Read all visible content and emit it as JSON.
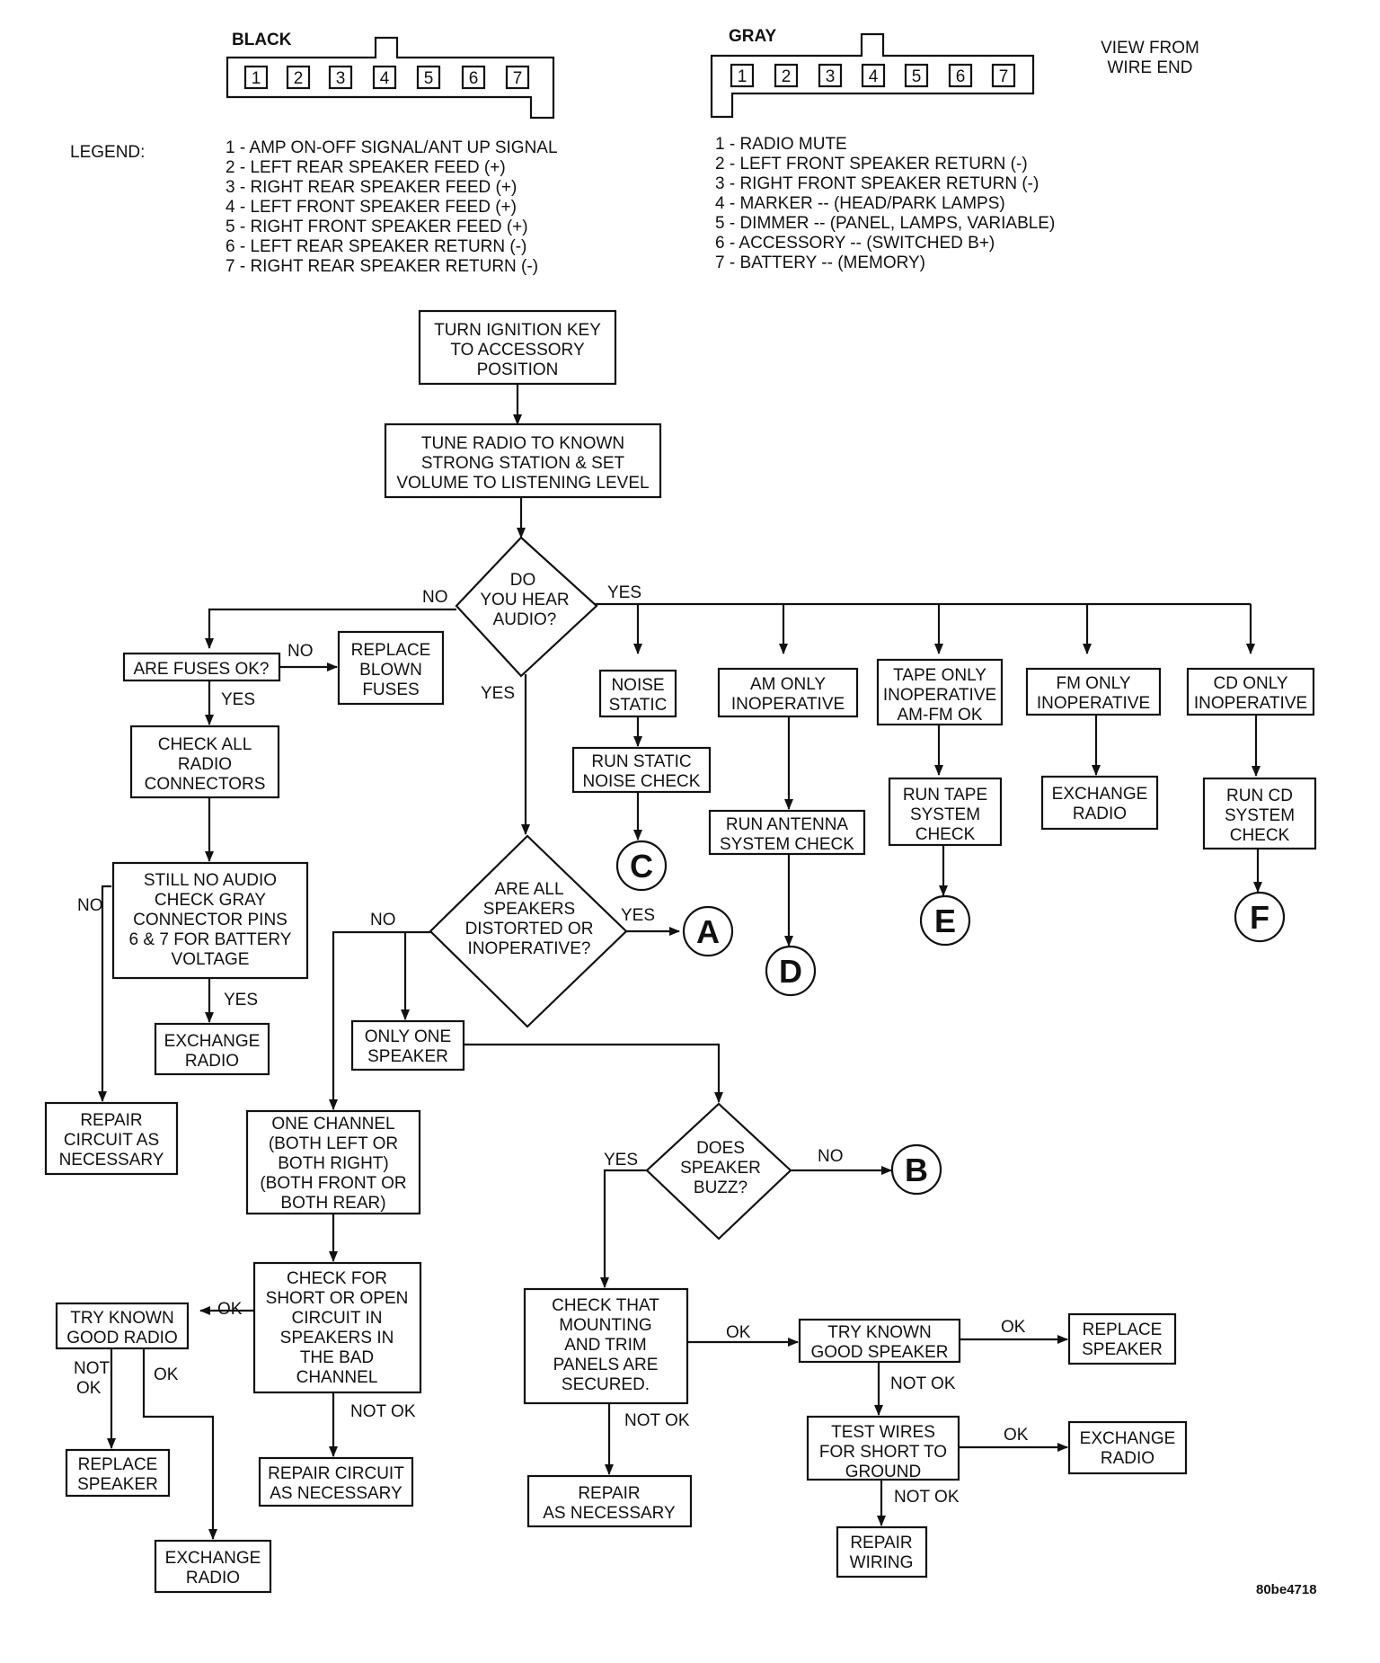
{
  "connectors": {
    "black": {
      "label": "BLACK",
      "pins": [
        "1",
        "2",
        "3",
        "4",
        "5",
        "6",
        "7"
      ]
    },
    "gray": {
      "label": "GRAY",
      "pins": [
        "1",
        "2",
        "3",
        "4",
        "5",
        "6",
        "7"
      ]
    },
    "view_note": [
      "VIEW FROM",
      "WIRE END"
    ]
  },
  "legend": {
    "label": "LEGEND:",
    "black": [
      "1 - AMP ON-OFF SIGNAL/ANT UP SIGNAL",
      "2 - LEFT REAR SPEAKER FEED (+)",
      "3 - RIGHT REAR SPEAKER FEED (+)",
      "4 - LEFT FRONT SPEAKER FEED (+)",
      "5 - RIGHT FRONT SPEAKER FEED (+)",
      "6 - LEFT REAR SPEAKER RETURN (-)",
      "7 - RIGHT REAR SPEAKER RETURN (-)"
    ],
    "gray": [
      "1 - RADIO MUTE",
      "2 - LEFT FRONT SPEAKER RETURN (-)",
      "3 - RIGHT FRONT SPEAKER RETURN (-)",
      "4 - MARKER -- (HEAD/PARK LAMPS)",
      "5 - DIMMER -- (PANEL, LAMPS, VARIABLE)",
      "6 - ACCESSORY -- (SWITCHED B+)",
      "7 - BATTERY -- (MEMORY)"
    ]
  },
  "nodes": {
    "ignition": [
      "TURN IGNITION KEY",
      "TO ACCESSORY",
      "POSITION"
    ],
    "tune": [
      "TUNE RADIO TO KNOWN",
      "STRONG STATION & SET",
      "VOLUME TO LISTENING LEVEL"
    ],
    "hear_audio": [
      "DO",
      "YOU HEAR",
      "AUDIO?"
    ],
    "fuses_ok": [
      "ARE FUSES OK?"
    ],
    "replace_fuses": [
      "REPLACE",
      "BLOWN",
      "FUSES"
    ],
    "check_connectors": [
      "CHECK ALL",
      "RADIO",
      "CONNECTORS"
    ],
    "still_no_audio": [
      "STILL NO AUDIO",
      "CHECK GRAY",
      "CONNECTOR PINS",
      "6 & 7 FOR BATTERY",
      "VOLTAGE"
    ],
    "exchange_radio_1": [
      "EXCHANGE",
      "RADIO"
    ],
    "repair_circuit_1": [
      "REPAIR",
      "CIRCUIT AS",
      "NECESSARY"
    ],
    "noise_static": [
      "NOISE",
      "STATIC"
    ],
    "run_static": [
      "RUN STATIC",
      "NOISE CHECK"
    ],
    "am_only": [
      "AM ONLY",
      "INOPERATIVE"
    ],
    "run_antenna": [
      "RUN ANTENNA",
      "SYSTEM CHECK"
    ],
    "tape_only": [
      "TAPE ONLY",
      "INOPERATIVE",
      "AM-FM OK"
    ],
    "run_tape": [
      "RUN TAPE",
      "SYSTEM",
      "CHECK"
    ],
    "fm_only": [
      "FM ONLY",
      "INOPERATIVE"
    ],
    "exchange_radio_fm": [
      "EXCHANGE",
      "RADIO"
    ],
    "cd_only": [
      "CD ONLY",
      "INOPERATIVE"
    ],
    "run_cd": [
      "RUN CD",
      "SYSTEM",
      "CHECK"
    ],
    "speakers_distorted": [
      "ARE ALL",
      "SPEAKERS",
      "DISTORTED OR",
      "INOPERATIVE?"
    ],
    "only_one": [
      "ONLY ONE",
      "SPEAKER"
    ],
    "one_channel": [
      "ONE CHANNEL",
      "(BOTH LEFT OR",
      "BOTH RIGHT)",
      "(BOTH FRONT OR",
      "BOTH REAR)"
    ],
    "check_short": [
      "CHECK FOR",
      "SHORT OR OPEN",
      "CIRCUIT IN",
      "SPEAKERS IN",
      "THE BAD",
      "CHANNEL"
    ],
    "try_radio": [
      "TRY KNOWN",
      "GOOD RADIO"
    ],
    "replace_speaker_1": [
      "REPLACE",
      "SPEAKER"
    ],
    "exchange_radio_2": [
      "EXCHANGE",
      "RADIO"
    ],
    "repair_circuit_2": [
      "REPAIR CIRCUIT",
      "AS NECESSARY"
    ],
    "speaker_buzz": [
      "DOES",
      "SPEAKER",
      "BUZZ?"
    ],
    "check_mounting": [
      "CHECK THAT",
      "MOUNTING",
      "AND TRIM",
      "PANELS ARE",
      "SECURED."
    ],
    "repair_necessary": [
      "REPAIR",
      "AS NECESSARY"
    ],
    "try_speaker": [
      "TRY KNOWN",
      "GOOD SPEAKER"
    ],
    "replace_speaker_2": [
      "REPLACE",
      "SPEAKER"
    ],
    "test_wires": [
      "TEST WIRES",
      "FOR SHORT TO",
      "GROUND"
    ],
    "exchange_radio_3": [
      "EXCHANGE",
      "RADIO"
    ],
    "repair_wiring": [
      "REPAIR",
      "WIRING"
    ]
  },
  "edge_labels": {
    "no": "NO",
    "yes": "YES",
    "ok": "OK",
    "not_ok": "NOT OK",
    "not": "NOT"
  },
  "connectors_refs": {
    "a": "A",
    "b": "B",
    "c": "C",
    "d": "D",
    "e": "E",
    "f": "F"
  },
  "figure_id": "80be4718"
}
